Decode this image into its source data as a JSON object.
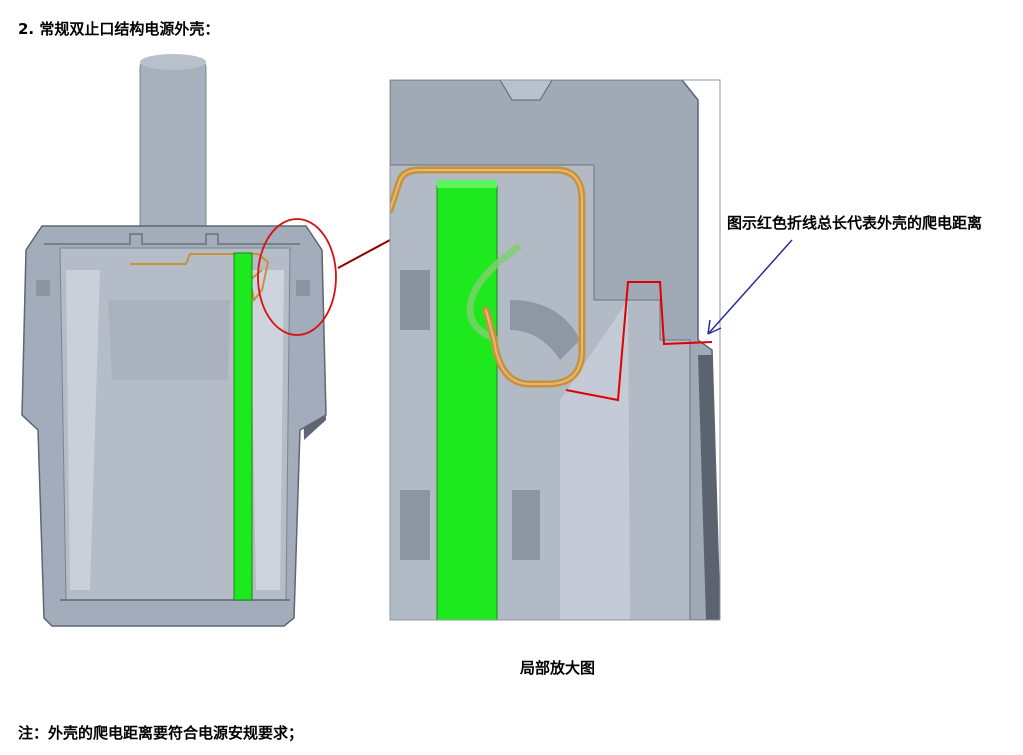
{
  "heading": "2. 常规双止口结构电源外壳：",
  "callout": "图示红色折线总长代表外壳的爬电距离",
  "caption": "局部放大图",
  "note": "注：外壳的爬电距离要符合电源安规要求；",
  "colors": {
    "shell": "#a3acba",
    "shell_dark": "#6f7683",
    "shell_light": "#c9d0da",
    "pcb": "#1ee81e",
    "wire": "#c8923a",
    "red": "#e00000",
    "arrow": "#2c2c9a"
  }
}
